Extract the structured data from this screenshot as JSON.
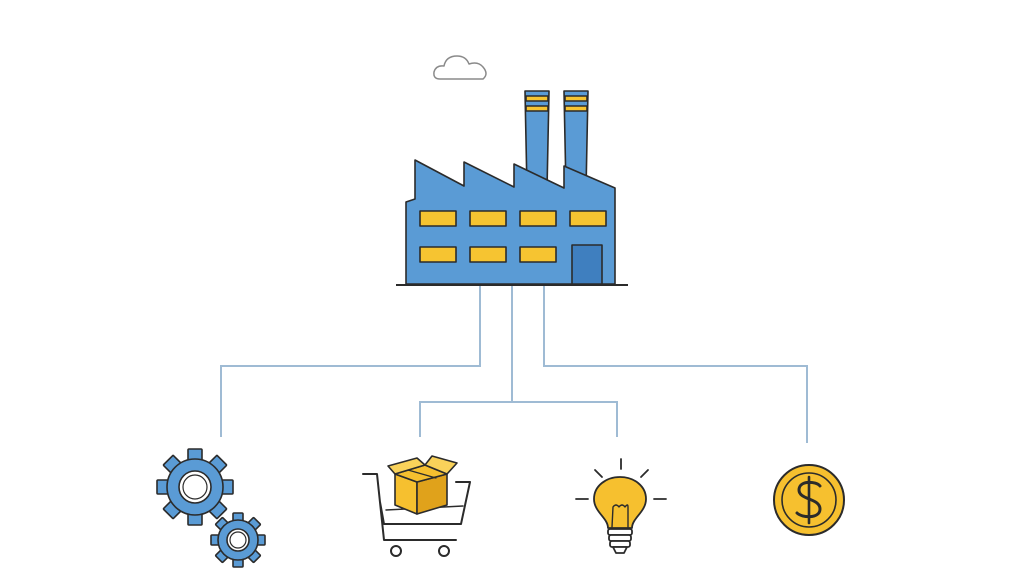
{
  "colors": {
    "background": "#ffffff",
    "outline": "#2b2b2b",
    "factory_blue": "#5a9bd5",
    "factory_blue_dark": "#3f7fbf",
    "window_yellow": "#f6c431",
    "connector": "#9fbbd4",
    "gold": "#f6c02f",
    "gold_dark": "#e0a21b"
  },
  "diagram": {
    "hub": {
      "name": "factory",
      "icon": "factory-icon"
    },
    "nodes": [
      {
        "name": "production",
        "icon": "gears-icon"
      },
      {
        "name": "distribution",
        "icon": "shopping-cart-box-icon"
      },
      {
        "name": "innovation",
        "icon": "light-bulb-icon"
      },
      {
        "name": "revenue",
        "icon": "dollar-coin-icon"
      }
    ],
    "decorations": [
      {
        "name": "sky",
        "icon": "cloud-icon"
      }
    ]
  }
}
